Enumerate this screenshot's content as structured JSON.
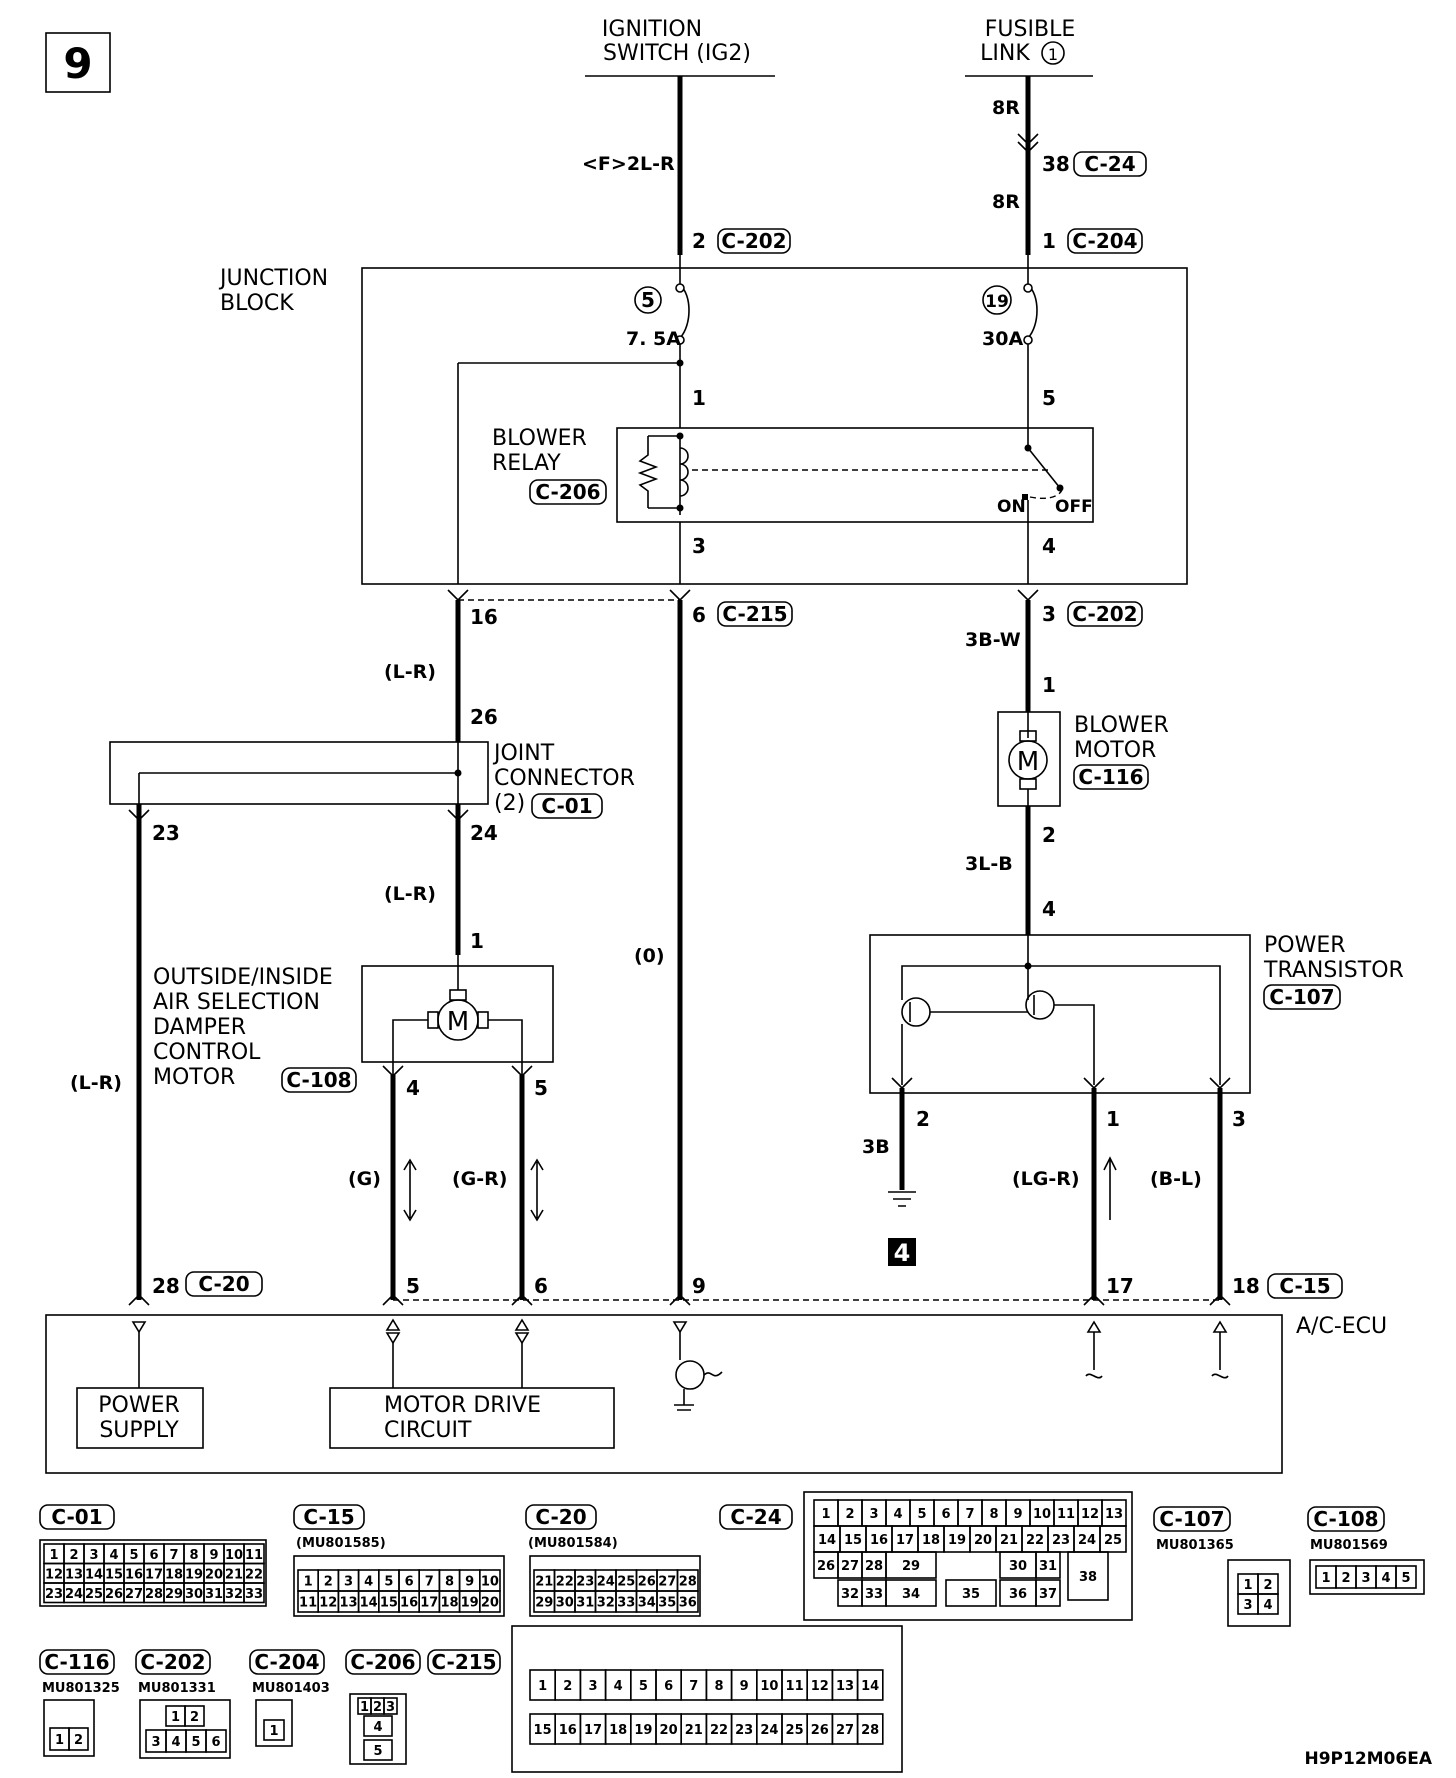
{
  "page_number": "9",
  "drawing_code": "H9P12M06EA",
  "sources": {
    "ignition": {
      "line1": "IGNITION",
      "line2": "SWITCH (IG2)"
    },
    "fusible": {
      "line1": "FUSIBLE",
      "line2": "LINK",
      "num": "1"
    }
  },
  "wires": {
    "w_2lr": "<F>2L-R",
    "w_8r_a": "8R",
    "w_8r_b": "8R",
    "w_lr_1": "(L-R)",
    "w_lr_2": "(L-R)",
    "w_lr_3": "(L-R)",
    "w_0": "(0)",
    "w_3bw": "3B-W",
    "w_3lb": "3L-B",
    "w_3b": "3B",
    "w_g": "(G)",
    "w_gr": "(G-R)",
    "w_lgr": "(LG-R)",
    "w_bl": "(B-L)"
  },
  "pins": {
    "p38": "38",
    "p2a": "2",
    "p1a": "1",
    "p1r": "1",
    "p5r": "5",
    "p3r": "3",
    "p4r": "4",
    "p16": "16",
    "p6": "6",
    "p3b": "3",
    "p26": "26",
    "p1m": "1",
    "p2m": "2",
    "p4t": "4",
    "p23": "23",
    "p24": "24",
    "p1d": "1",
    "p4d": "4",
    "p5d": "5",
    "p2t": "2",
    "p1t": "1",
    "p3t": "3",
    "p28": "28",
    "p5e": "5",
    "p6e": "6",
    "p9e": "9",
    "p17e": "17",
    "p18e": "18"
  },
  "connector_refs": {
    "c24": "C-24",
    "c202a": "C-202",
    "c204": "C-204",
    "c206": "C-206",
    "c215": "C-215",
    "c202b": "C-202",
    "c116": "C-116",
    "c01": "C-01",
    "c108": "C-108",
    "c107": "C-107",
    "c20": "C-20",
    "c15": "C-15"
  },
  "components": {
    "junction_block": {
      "line1": "JUNCTION",
      "line2": "BLOCK"
    },
    "fuse5": {
      "num": "5",
      "rating": "7. 5A"
    },
    "fuse19": {
      "num": "19",
      "rating": "30A"
    },
    "blower_relay": {
      "line1": "BLOWER",
      "line2": "RELAY",
      "on": "ON",
      "off": "OFF"
    },
    "blower_motor": {
      "line1": "BLOWER",
      "line2": "MOTOR"
    },
    "joint_connector": {
      "line1": "JOINT",
      "line2": "CONNECTOR",
      "line3": "(2)"
    },
    "damper_motor": {
      "line1": "OUTSIDE/INSIDE",
      "line2": "AIR SELECTION",
      "line3": "DAMPER",
      "line4": "CONTROL",
      "line5": "MOTOR"
    },
    "power_transistor": {
      "line1": "POWER",
      "line2": "TRANSISTOR"
    },
    "ground_ref": "4",
    "ecu": {
      "name": "A/C-ECU",
      "power_l1": "POWER",
      "power_l2": "SUPPLY",
      "motor_l1": "MOTOR DRIVE",
      "motor_l2": "CIRCUIT"
    }
  },
  "connector_legend": [
    {
      "ref": "C-01",
      "part": ""
    },
    {
      "ref": "C-15",
      "part": "(MU801585)"
    },
    {
      "ref": "C-20",
      "part": "(MU801584)"
    },
    {
      "ref": "C-24",
      "part": ""
    },
    {
      "ref": "C-107",
      "part": "MU801365"
    },
    {
      "ref": "C-108",
      "part": "MU801569"
    },
    {
      "ref": "C-116",
      "part": "MU801325"
    },
    {
      "ref": "C-202",
      "part": "MU801331"
    },
    {
      "ref": "C-204",
      "part": "MU801403"
    },
    {
      "ref": "C-206",
      "part": ""
    },
    {
      "ref": "C-215",
      "part": ""
    }
  ],
  "pinouts": {
    "c01": [
      [
        "1",
        "2",
        "3",
        "4",
        "5",
        "6",
        "7",
        "8",
        "9",
        "10",
        "11"
      ],
      [
        "12",
        "13",
        "14",
        "15",
        "16",
        "17",
        "18",
        "19",
        "20",
        "21",
        "22"
      ],
      [
        "23",
        "24",
        "25",
        "26",
        "27",
        "28",
        "29",
        "30",
        "31",
        "32",
        "33"
      ]
    ],
    "c15": [
      [
        "1",
        "2",
        "3",
        "4",
        "5",
        "6",
        "7",
        "8",
        "9",
        "10"
      ],
      [
        "11",
        "12",
        "13",
        "14",
        "15",
        "16",
        "17",
        "18",
        "19",
        "20"
      ]
    ],
    "c20": [
      [
        "21",
        "22",
        "23",
        "24",
        "25",
        "26",
        "27",
        "28"
      ],
      [
        "29",
        "30",
        "31",
        "32",
        "33",
        "34",
        "35",
        "36"
      ]
    ],
    "c24_r1": [
      "1",
      "2",
      "3",
      "4",
      "5",
      "6",
      "7",
      "8",
      "9",
      "10",
      "11",
      "12",
      "13"
    ],
    "c24_r2": [
      "14",
      "15",
      "16",
      "17",
      "18",
      "19",
      "20",
      "21",
      "22",
      "23",
      "24",
      "25"
    ],
    "c24_r3": [
      "26",
      "27",
      "28",
      "29",
      "30",
      "31",
      "38"
    ],
    "c24_r4": [
      "32",
      "33",
      "34",
      "35",
      "36",
      "37"
    ],
    "c107": [
      [
        "1",
        "2"
      ],
      [
        "3",
        "4"
      ]
    ],
    "c108": [
      "1",
      "2",
      "3",
      "4",
      "5"
    ],
    "c116": [
      "1",
      "2"
    ],
    "c202": [
      [
        "1",
        "2"
      ],
      [
        "3",
        "4",
        "5",
        "6"
      ]
    ],
    "c204": [
      "1"
    ],
    "c206": [
      "1",
      "2",
      "3",
      "4",
      "5"
    ],
    "c215": [
      [
        "1",
        "2",
        "3",
        "4",
        "5",
        "6",
        "7",
        "8",
        "9",
        "10",
        "11",
        "12",
        "13",
        "14"
      ],
      [
        "15",
        "16",
        "17",
        "18",
        "19",
        "20",
        "21",
        "22",
        "23",
        "24",
        "25",
        "26",
        "27",
        "28"
      ]
    ]
  }
}
